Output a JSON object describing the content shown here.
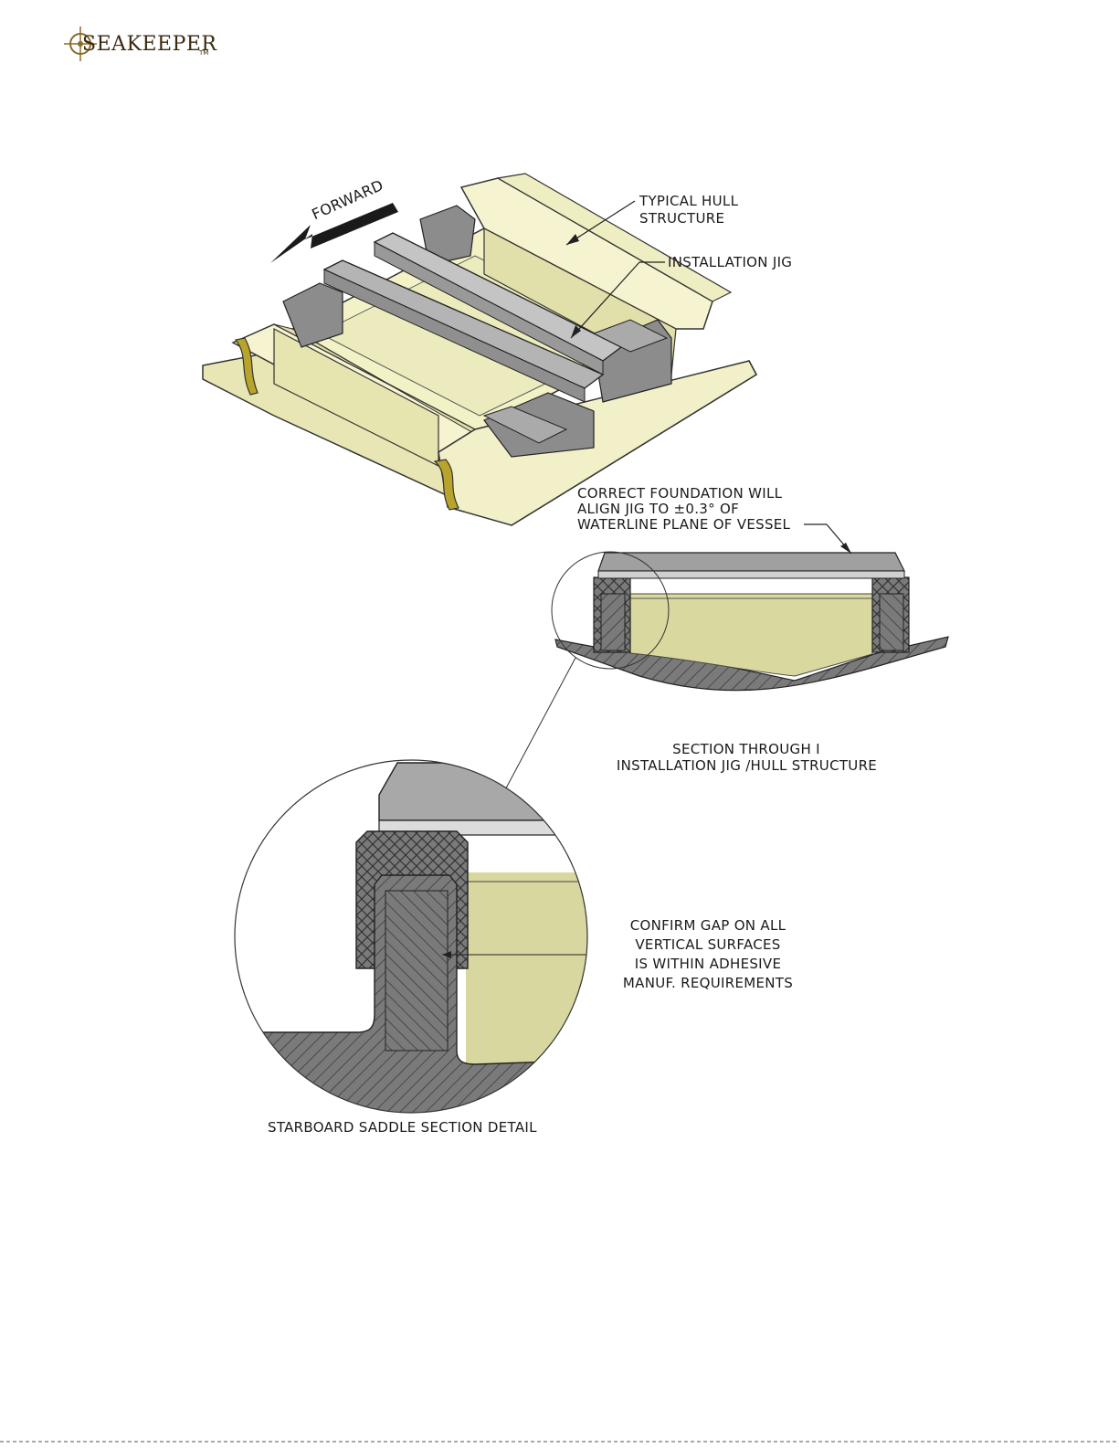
{
  "logo": {
    "text": "SEAKEEPER",
    "tm": "TM"
  },
  "labels": {
    "forward": "FORWARD",
    "hull_structure_1": "TYPICAL HULL",
    "hull_structure_2": "STRUCTURE",
    "installation_jig": "INSTALLATION JIG",
    "foundation_1": "CORRECT FOUNDATION WILL",
    "foundation_2": "ALIGN JIG TO ±0.3° OF",
    "foundation_3": "WATERLINE PLANE OF VESSEL",
    "section_1": "SECTION THROUGH I",
    "section_2": "INSTALLATION JIG /HULL STRUCTURE",
    "gap_1": "CONFIRM GAP ON ALL",
    "gap_2": "VERTICAL SURFACES",
    "gap_3": "IS WITHIN ADHESIVE",
    "gap_4": "MANUF. REQUIREMENTS",
    "detail_caption": "STARBOARD SADDLE SECTION DETAIL"
  },
  "colors": {
    "hull": "#f3f1c6",
    "hull_dark": "#d9d6a1",
    "hull_shadow": "#c9c68c",
    "jig": "#9a9a9a",
    "jig_light": "#c4c4c4",
    "section_cut": "#6b6b6b",
    "fabric": "#b8a42a"
  }
}
